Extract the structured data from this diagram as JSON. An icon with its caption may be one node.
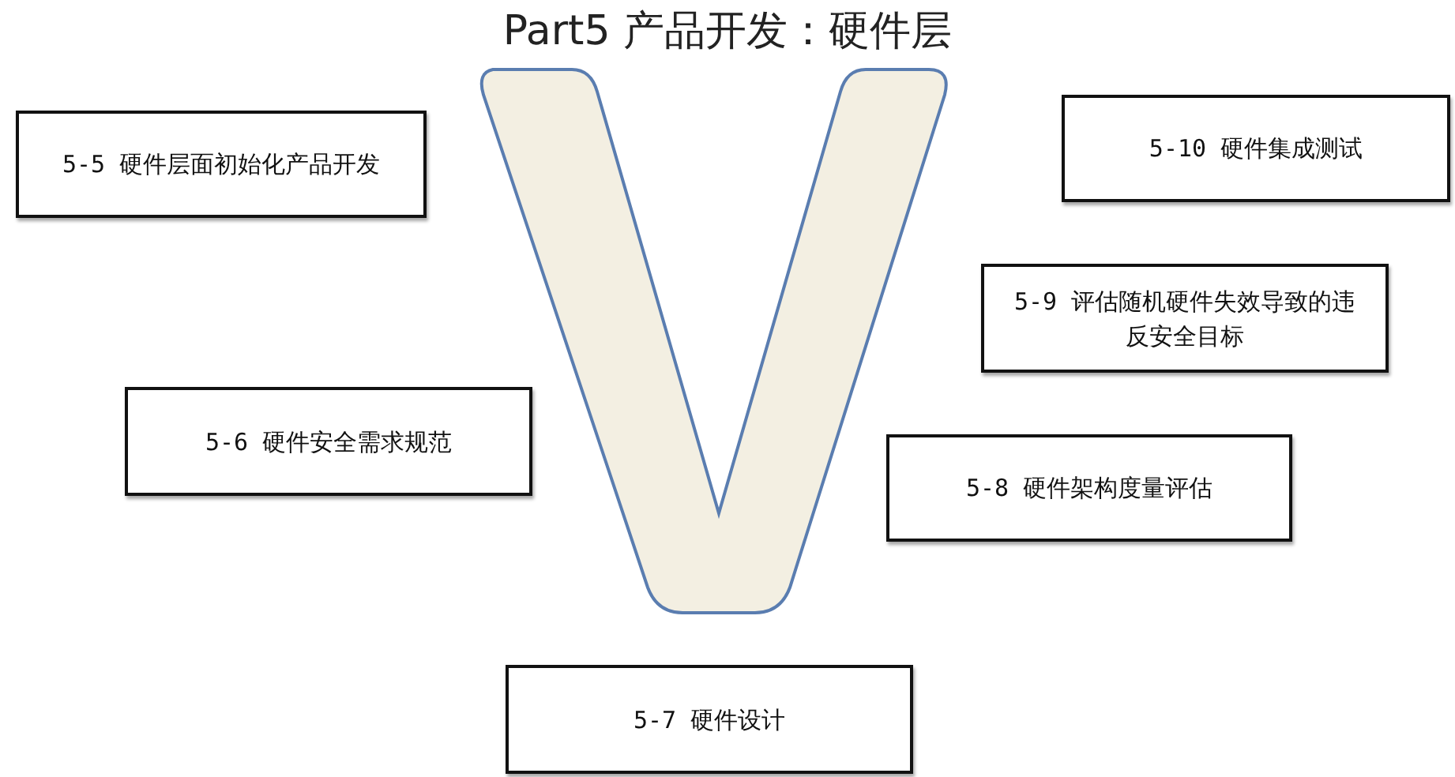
{
  "diagram": {
    "title": "Part5 产品开发：硬件层",
    "nodes": [
      {
        "text": [
          "5-5 硬件层面初始化产品开发"
        ]
      },
      {
        "text": [
          "5-10 硬件集成测试"
        ]
      },
      {
        "text": [
          "5-9 评估随机硬件失效导致的违反安全目标"
        ]
      },
      {
        "text": [
          "5-6 硬件安全需求规范"
        ]
      },
      {
        "text": [
          "5-8 硬件架构度量评估"
        ]
      },
      {
        "text": [
          "5-7 硬件设计"
        ]
      }
    ]
  }
}
